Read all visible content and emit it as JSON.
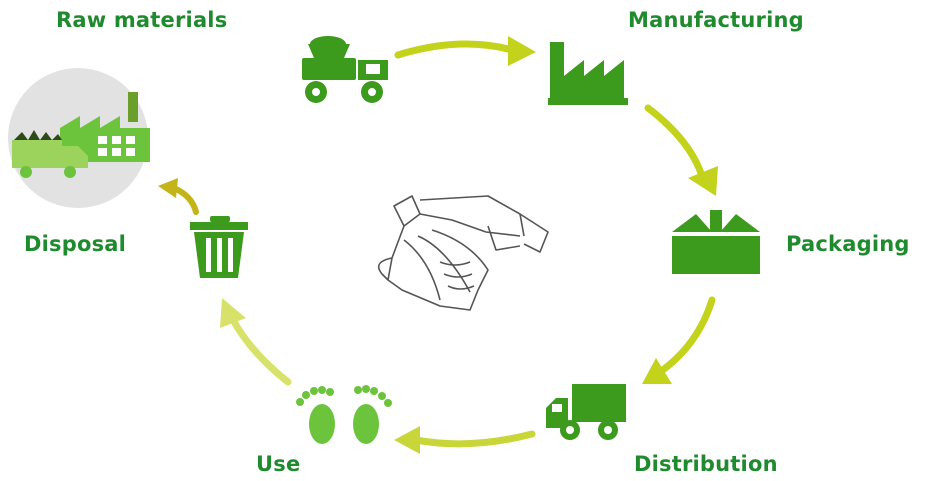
{
  "colors": {
    "label": "#1f8a2e",
    "icon_dark": "#3c9a1c",
    "icon_light": "#6cc33c",
    "arrow_strong": "#c3d21a",
    "arrow_pale": "#d8e26a",
    "outline": "#555555",
    "disc": "#e2e2e2"
  },
  "stages": {
    "raw_materials": "Raw materials",
    "manufacturing": "Manufacturing",
    "packaging": "Packaging",
    "distribution": "Distribution",
    "use": "Use",
    "disposal": "Disposal"
  },
  "icons": {
    "raw_materials": "dump-truck-icon",
    "manufacturing": "factory-icon",
    "packaging": "box-icon",
    "distribution": "delivery-truck-icon",
    "use": "footprints-icon",
    "disposal": "trash-bin-icon",
    "end_of_life": "recycling-plant-icon",
    "center": "diaper-icon"
  }
}
